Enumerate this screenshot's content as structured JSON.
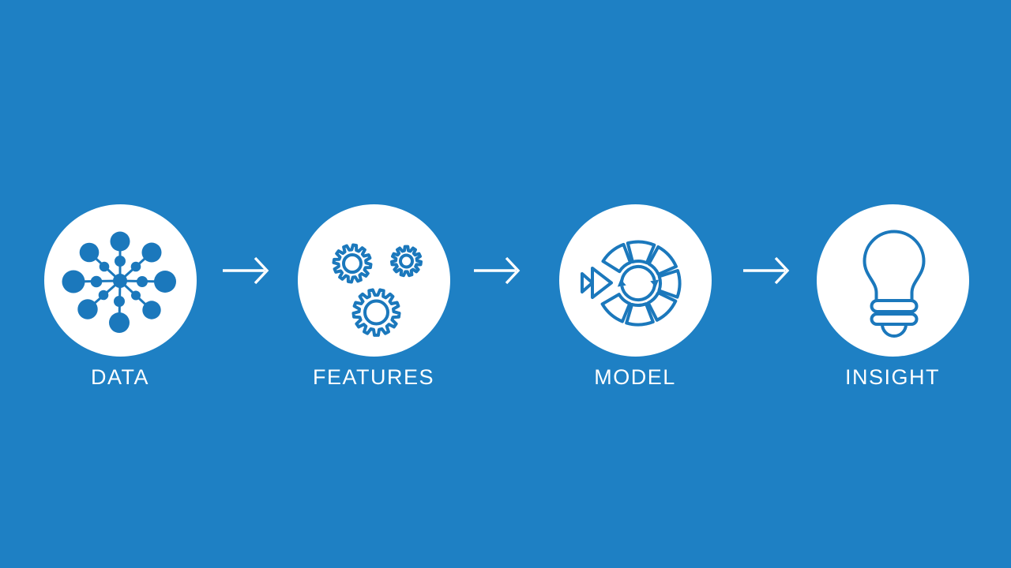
{
  "slide": {
    "background_color": "#1E80C4",
    "accent_color": "#1B78BC",
    "text_color": "#FFFFFF"
  },
  "steps": [
    {
      "label": "DATA",
      "icon": "data-network-icon"
    },
    {
      "label": "FEATURES",
      "icon": "gears-icon"
    },
    {
      "label": "MODEL",
      "icon": "model-cycle-icon"
    },
    {
      "label": "INSIGHT",
      "icon": "lightbulb-icon"
    }
  ],
  "connector": {
    "icon": "arrow-right-icon",
    "count": 3
  }
}
